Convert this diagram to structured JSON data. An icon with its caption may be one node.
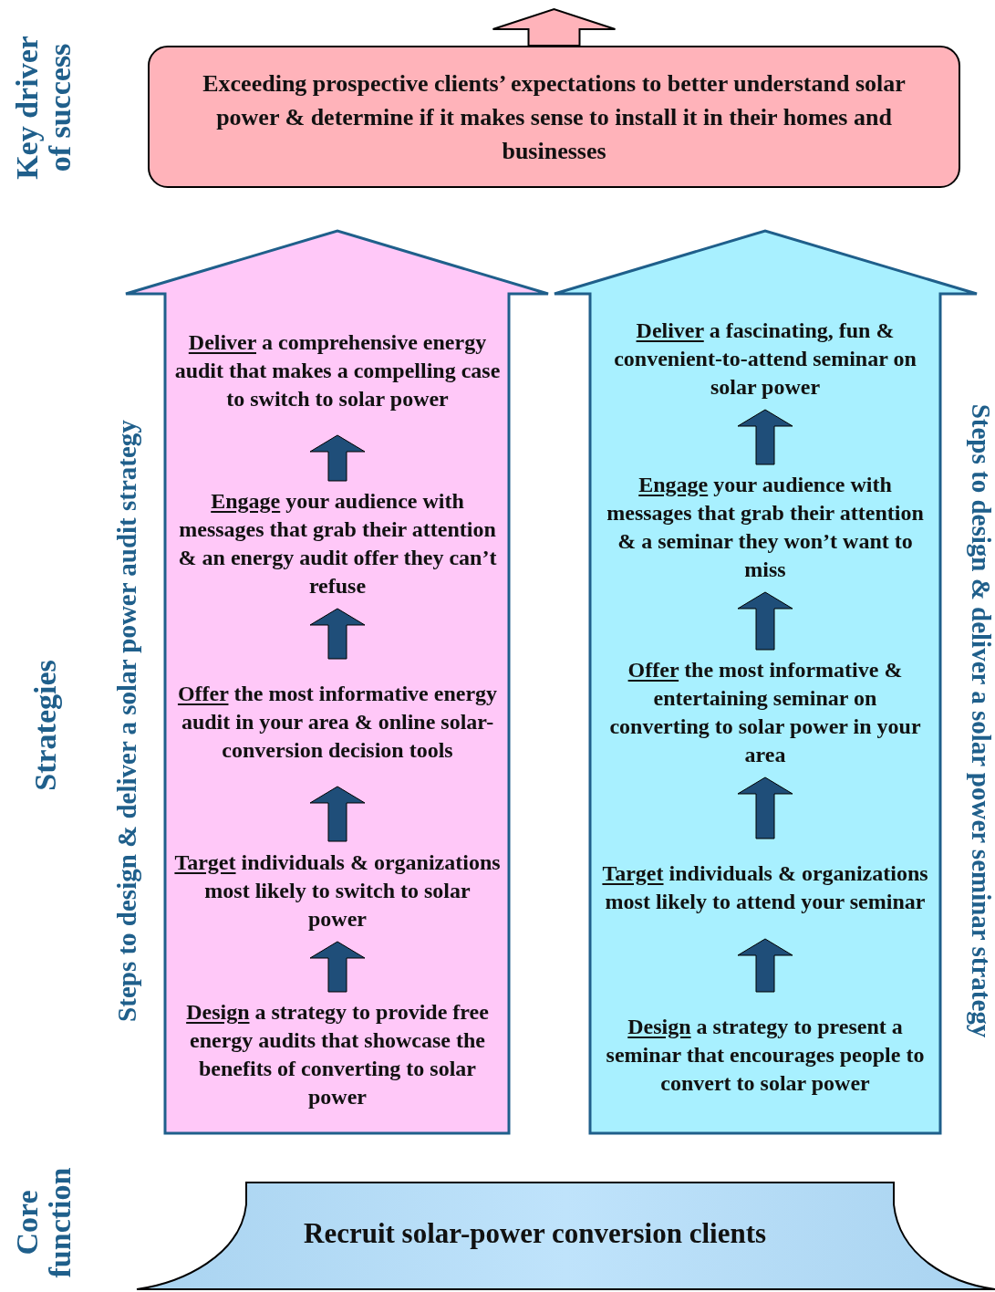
{
  "diagram": {
    "nodes": [
      {
        "text": [
          "Exceeding prospective clients’ expectations to better understand solar power & determine if it makes sense to install it in their homes and businesses"
        ]
      },
      {
        "text": [
          "Steps to design & deliver a solar power audit strategy"
        ]
      },
      {
        "text": [
          "Deliver",
          "a comprehensive energy audit that makes a compelling case to switch to solar power"
        ],
        "in": 1
      },
      {
        "text": [
          "Engage",
          "your audience with messages that grab their attention & an energy audit offer they can’t refuse"
        ],
        "in": 1
      },
      {
        "text": [
          "Offer",
          "the most informative energy audit in your area & online solar-conversion decision tools"
        ],
        "in": 1
      },
      {
        "text": [
          "Target",
          "individuals & organizations most likely to switch to solar power"
        ],
        "in": 1
      },
      {
        "text": [
          "Design",
          "a strategy to provide free energy audits that showcase the benefits of converting to solar power"
        ],
        "in": 1
      },
      {
        "text": [
          "Steps to design & deliver a solar power seminar strategy"
        ]
      },
      {
        "text": [
          "Deliver",
          "a fascinating, fun & convenient-to-attend seminar on solar power"
        ],
        "in": 7
      },
      {
        "text": [
          "Engage",
          "your audience with messages that grab their attention & a seminar they won’t want to miss"
        ],
        "in": 7
      },
      {
        "text": [
          "Offer",
          "the most informative & entertaining seminar on converting to solar power in your area"
        ],
        "in": 7
      },
      {
        "text": [
          "Target",
          "individuals & organizations most likely to attend your seminar"
        ],
        "in": 7
      },
      {
        "text": [
          "Design",
          "a strategy to present a seminar that encourages people to convert to solar power"
        ],
        "in": 7
      },
      {
        "text": [
          "Recruit solar-power conversion clients"
        ]
      }
    ],
    "edges": [
      {
        "from": 0,
        "to": null,
        "arrow": "to",
        "color": "#ffb3ba"
      },
      {
        "from": 6,
        "to": 5,
        "arrow": "to"
      },
      {
        "from": 5,
        "to": 4,
        "arrow": "to"
      },
      {
        "from": 4,
        "to": 3,
        "arrow": "to"
      },
      {
        "from": 3,
        "to": 2,
        "arrow": "to"
      },
      {
        "from": 12,
        "to": 11,
        "arrow": "to"
      },
      {
        "from": 11,
        "to": 10,
        "arrow": "to"
      },
      {
        "from": 10,
        "to": 9,
        "arrow": "to"
      },
      {
        "from": 9,
        "to": 8,
        "arrow": "to"
      }
    ],
    "labels": [
      "Key driver of success",
      "Strategies",
      "Core function"
    ]
  }
}
